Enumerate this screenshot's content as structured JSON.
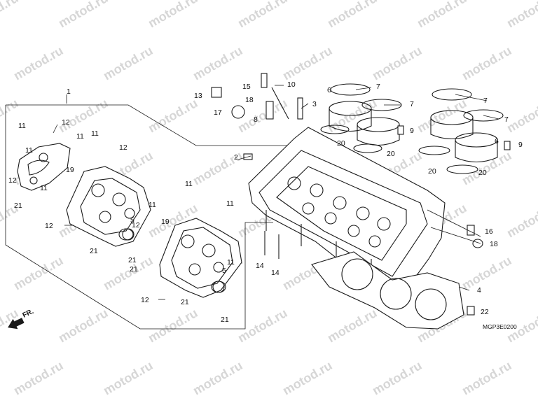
{
  "watermark": {
    "text": "motod.ru"
  },
  "diagram_code": "MGP3E0200",
  "front_marker": "FR.",
  "part_labels": [
    "1",
    "2",
    "3",
    "4",
    "5",
    "5",
    "6",
    "6",
    "7",
    "7",
    "7",
    "7",
    "8",
    "9",
    "9",
    "10",
    "11",
    "11",
    "11",
    "11",
    "11",
    "11",
    "11",
    "11",
    "11",
    "12",
    "12",
    "12",
    "12",
    "12",
    "12",
    "13",
    "14",
    "14",
    "15",
    "16",
    "17",
    "18",
    "18",
    "19",
    "19",
    "20",
    "20",
    "20",
    "20",
    "21",
    "21",
    "21",
    "21",
    "21",
    "21",
    "22"
  ]
}
